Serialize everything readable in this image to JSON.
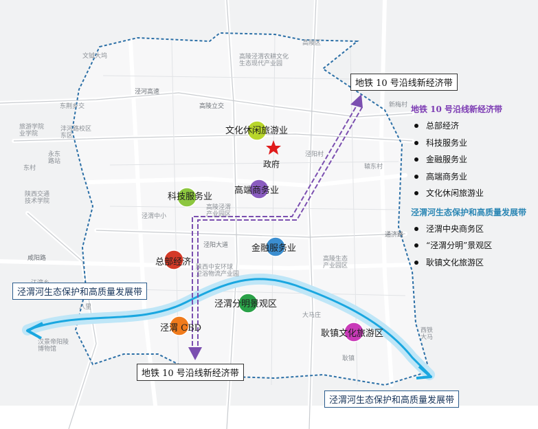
{
  "colors": {
    "boundary": "#2b6fa6",
    "metro_line": "#7b4fb0",
    "river": "#1aa7e0",
    "legend_title_metro": "#7c3bb3",
    "legend_title_river": "#2a86b4",
    "government_star": "#e01b1b"
  },
  "zones": [
    {
      "label": "文化休闲旅游业",
      "color": "#b8d62b"
    },
    {
      "label": "科技服务业",
      "color": "#8cc63f"
    },
    {
      "label": "高端商务业",
      "color": "#8a5cc0"
    },
    {
      "label": "金融服务业",
      "color": "#3b8ed0"
    },
    {
      "label": "总部经济",
      "color": "#d43a28"
    },
    {
      "label": "泾渭分明景观区",
      "color": "#2aa148"
    },
    {
      "label": "泾渭 CBD",
      "color": "#f07b1c"
    },
    {
      "label": "耿镇文化旅游区",
      "color": "#c93ab8"
    }
  ],
  "government": {
    "label": "政府",
    "icon": "star-icon"
  },
  "callouts": {
    "metro_top": "地铁 10 号沿线新经济带",
    "metro_bottom": "地铁 10 号沿线新经济带",
    "river_left": "泾渭河生态保护和高质量发展带",
    "river_bottom": "泾渭河生态保护和高质量发展带"
  },
  "legend": {
    "metro": {
      "title": "地铁 10 号沿线新经济带",
      "items": [
        "总部经济",
        "科技服务业",
        "金融服务业",
        "高端商务业",
        "文化休闲旅游业"
      ]
    },
    "river": {
      "title": "泾渭河生态保护和高质量发展带",
      "items": [
        "泾渭中央商务区",
        "“泾渭分明”景观区",
        "耿镇文化旅游区"
      ]
    }
  },
  "background_labels": {
    "wenzhan": "文钺大坞",
    "gaoling_garden": "高陵泾渭农耕文化\n生态现代产业园",
    "gaoling_north": "高陵区",
    "jingwei_road": "泾河高速",
    "dongsanma": "东荆乡交",
    "tourism": "旅游学院\n业学院",
    "shaanxi_normal": "沣河路校区\n东区",
    "yongdong": "永东\n路站",
    "gaoling_road": "高陵立交",
    "xinmei": "新梅村",
    "jingwei_university": "陕西交通\n技术学院",
    "jingyang": "泾阳村",
    "dongcun": "东村",
    "yuandongcun": "辕东村",
    "jingwei_middle": "泾渭中小",
    "jingwei_park": "高陵泾渭\n产业园区",
    "jingyang_road": "泾阳大道",
    "jingwei_primary": "陕西中安环球\n卫浴物流产业园",
    "tongji_road": "通济路",
    "jiangwan": "江湾乡",
    "gaoling_ecology": "高陵生态\n产业园区",
    "bayi": "八里",
    "hanjing_museum": "汉景帝阳陵\n博物馆",
    "gengzhen": "耿镇",
    "xianyang_road": "咸阳路",
    "damao": "大马庄",
    "xitie": "西铁\n大马"
  }
}
